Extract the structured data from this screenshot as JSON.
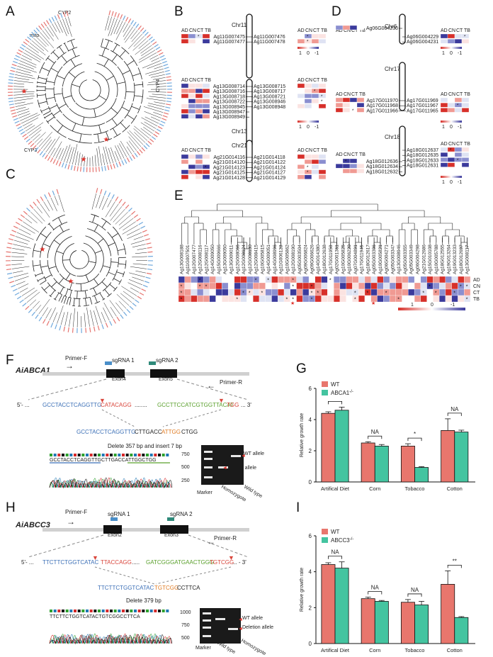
{
  "figure": {
    "panel_labels": [
      "A",
      "B",
      "C",
      "D",
      "E",
      "F",
      "G",
      "H",
      "I"
    ]
  },
  "panel_a": {
    "clade_labels": [
      "CYP2",
      "mito",
      "CYP4",
      "CYP3"
    ],
    "colors": {
      "red": "#e5746f",
      "blue": "#6fa8dc"
    }
  },
  "heat_header": [
    "AD",
    "CN",
    "CT",
    "TB"
  ],
  "heat_legend": [
    "1",
    "0",
    "-1"
  ],
  "panel_b": {
    "chr11": {
      "chr": "Chr11",
      "left": [
        "Ag11G007475",
        "Ag11G007477"
      ],
      "right": [
        "Ag11G007476",
        "Ag11G007478"
      ]
    },
    "chr13": {
      "chr": "Chr13",
      "left": [
        "Ag13G008714",
        "Ag13G008716",
        "Ag13G008718",
        "Ag13G008722",
        "Ag13G008945",
        "Ag13G008947",
        "Ag13G008949"
      ],
      "right": [
        "Ag13G008715",
        "Ag13G008717",
        "Ag13G008721",
        "Ag13G008946",
        "Ag13G008948"
      ]
    },
    "chr21": {
      "chr": "Chr21",
      "left": [
        "Ag21G014116",
        "Ag21G014120",
        "Ag21G014123",
        "Ag21G014125",
        "Ag21G014128"
      ],
      "right": [
        "Ag21G014118",
        "Ag21G014122",
        "Ag21G014124",
        "Ag21G014127",
        "Ag21G014129"
      ]
    }
  },
  "panel_d": {
    "chr6": {
      "chr": "Chr6",
      "left": [
        "Ag06G004230"
      ],
      "right": [
        "Ag06G004229",
        "Ag06G004231"
      ]
    },
    "chr17": {
      "chr": "Chr17",
      "left": [
        "Ag17G011970",
        "Ag17G011968",
        "Ag17G011966"
      ],
      "right": [
        "Ag17G011969",
        "Ag17G011967",
        "Ag17G011965"
      ]
    },
    "chr18": {
      "chr": "Chr18",
      "left": [
        "Ag18G012636",
        "Ag18G012634",
        "Ag18G012632"
      ],
      "right": [
        "Ag18G012637",
        "Ag18G012635",
        "Ag18G012633",
        "Ag18G012631"
      ]
    }
  },
  "panel_e": {
    "genes": [
      "Ag13G008188",
      "Ag11G007501",
      "Ag12G007477",
      "Ag12G008116",
      "Ag12G008117",
      "Ag14G009050",
      "Ag15G009666",
      "Ag13G009050",
      "Ag13G009011",
      "Ag12G008066",
      "Ag12G008124",
      "Ag12G008130",
      "Ag12G008415",
      "Ag10G005815",
      "Ag14G009051",
      "Ag14G008996",
      "Ag11G006123",
      "Ag10G005862",
      "Ag12G008190",
      "Ag05G003504",
      "Ag09G006824",
      "Ag09G006626",
      "Ag14G014380",
      "Ag18G012638",
      "Ag17G011950",
      "Ag02G001361",
      "Ag10G005825",
      "Ag10G006220",
      "Ag07G004891",
      "Ag17G011945",
      "Ag18G012617",
      "Ag05G003306",
      "Ag10G005821",
      "Ag06G004271",
      "Ag05G003347",
      "Ag13G008946",
      "Ag05G003355",
      "Ag05G003349",
      "Ag06G004298",
      "Ag21G012686",
      "Ag15G010108",
      "Ag10G005788",
      "Ag18G012555",
      "Ag19G013264",
      "Ag19G013233",
      "Ag18G012697",
      "Ag13G008117"
    ],
    "row_labels": [
      "AD",
      "CN",
      "CT",
      "TB"
    ]
  },
  "panel_f": {
    "gene": "AiABCA1",
    "primer_f": "Primer-F",
    "primer_r": "Primer-R",
    "sgrna1": "sgRNA 1",
    "sgrna2": "sgRNA 2",
    "exon_a": "Exon4",
    "exon_b": "Exon5",
    "seq_prefix": "5'- ...",
    "seq_part1": "GCCTACCTCAGGTTG",
    "seq_part2": "CATACAGG",
    "seq_gap": "........",
    "seq_part3": "GCCTTCCATCGTGGTTACAT",
    "seq_part4": "TGG",
    "seq_suffix": "... 3'",
    "result_part1": "GCCTACCTCAGGTTG",
    "result_part2": "CTTGACC",
    "result_part3": "ATTGG",
    "result_part4": "CTGG",
    "note": "Delete 357 bp and insert 7 bp",
    "trace_text": "GCCTACCTCAGGTTGCTTGACCATTGGCTGG",
    "gel_ladder": [
      "750",
      "500",
      "250"
    ],
    "gel_bands": [
      "WT allele",
      "Deletion allele"
    ],
    "gel_lanes": [
      "Marker",
      "Homozygote",
      "Wild type"
    ]
  },
  "panel_h": {
    "gene": "AiABCC3",
    "primer_f": "Primer-F",
    "primer_r": "Primer-R",
    "sgrna1": "sgRNA 1",
    "sgrna2": "sgRNA 2",
    "exon_a": "Exon2",
    "exon_b": "Exon3",
    "seq_prefix": "5'- ...",
    "seq_part1": "TTCTTCTGGTCATAC",
    "seq_part2": "TTACCAGG",
    "seq_gap": ".....",
    "seq_part3": "GATCGGGATGAACTGGG",
    "seq_part4": "TGTCGG",
    "seq_suffix": "... - 3'",
    "result_part1": "TTCTTCTGGTCATAC",
    "result_part2": "TGTCGG",
    "result_part3": "CCTTCA",
    "note": "Delete 379 bp",
    "trace_text": "TTCTTCTGGTCATACTGTCGGCCTTCA",
    "gel_ladder": [
      "1000",
      "750",
      "500"
    ],
    "gel_bands": [
      "WT allele",
      "Deletion allele"
    ],
    "gel_lanes": [
      "Marker",
      "Wild type",
      "Homozygote"
    ]
  },
  "chart_data": [
    {
      "type": "bar",
      "panel": "G",
      "categories": [
        "Artifical Diet",
        "Corn",
        "Tobacco",
        "Cotton"
      ],
      "series": [
        {
          "name": "WT",
          "values": [
            4.4,
            2.5,
            2.3,
            3.3
          ],
          "errors": [
            0.1,
            0.08,
            0.15,
            0.75
          ],
          "color": "#e8766d"
        },
        {
          "name": "ABCA1",
          "values": [
            4.6,
            2.3,
            0.93,
            3.2
          ],
          "errors": [
            0.2,
            0.1,
            0.05,
            0.12
          ],
          "color": "#44c4a0"
        }
      ],
      "legend_sup": [
        "",
        "-/-"
      ],
      "significance": [
        "",
        "NA",
        "*",
        "NA"
      ],
      "ylabel": "Relative growth rate",
      "ylim": [
        0,
        6
      ],
      "yticks": [
        0,
        2,
        4,
        6
      ]
    },
    {
      "type": "bar",
      "panel": "I",
      "categories": [
        "Artifical Diet",
        "Corn",
        "Tobacco",
        "Cotton"
      ],
      "series": [
        {
          "name": "WT",
          "values": [
            4.4,
            2.5,
            2.3,
            3.3
          ],
          "errors": [
            0.1,
            0.08,
            0.15,
            0.75
          ],
          "color": "#e8766d"
        },
        {
          "name": "ABCC3",
          "values": [
            4.2,
            2.35,
            2.15,
            1.45
          ],
          "errors": [
            0.35,
            0.05,
            0.2,
            0.05
          ],
          "color": "#44c4a0"
        }
      ],
      "legend_sup": [
        "",
        "-/-"
      ],
      "significance": [
        "NA",
        "NA",
        "NA",
        "**"
      ],
      "ylabel": "Relative growth rate",
      "ylim": [
        0,
        6
      ],
      "yticks": [
        0,
        2,
        4,
        6
      ]
    }
  ]
}
